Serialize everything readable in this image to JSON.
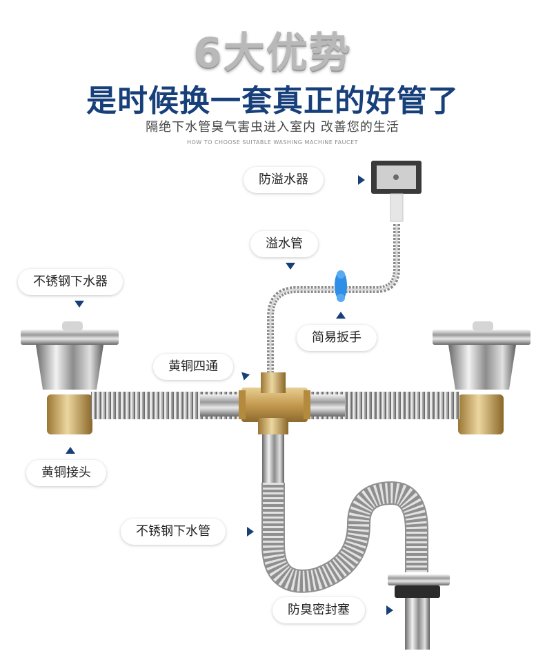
{
  "header": {
    "headline": "6大优势",
    "subhead": "是时候换一套真正的好管了",
    "tagline": "隔绝下水管臭气害虫进入室内 改善您的生活",
    "caption": "HOW TO CHOOSE SUITABLE WASHING MACHINE FAUCET"
  },
  "labels": {
    "overflow_device": "防溢水器",
    "overflow_pipe": "溢水管",
    "stainless_drain_left": "不锈钢下水器",
    "wrench": "简易扳手",
    "brass_cross": "黄铜四通",
    "brass_connector": "黄铜接头",
    "stainless_drain_pipe": "不锈钢下水管",
    "odor_seal": "防臭密封塞"
  },
  "colors": {
    "headline_gray": "#b9b9b9",
    "subhead_blue": "#173f7a",
    "arrow_blue": "#173f7a",
    "brass": "#c9a35a",
    "wrench_blue": "#2f8fe6"
  },
  "icons": {
    "arrow": "triangle-arrow-icon"
  }
}
